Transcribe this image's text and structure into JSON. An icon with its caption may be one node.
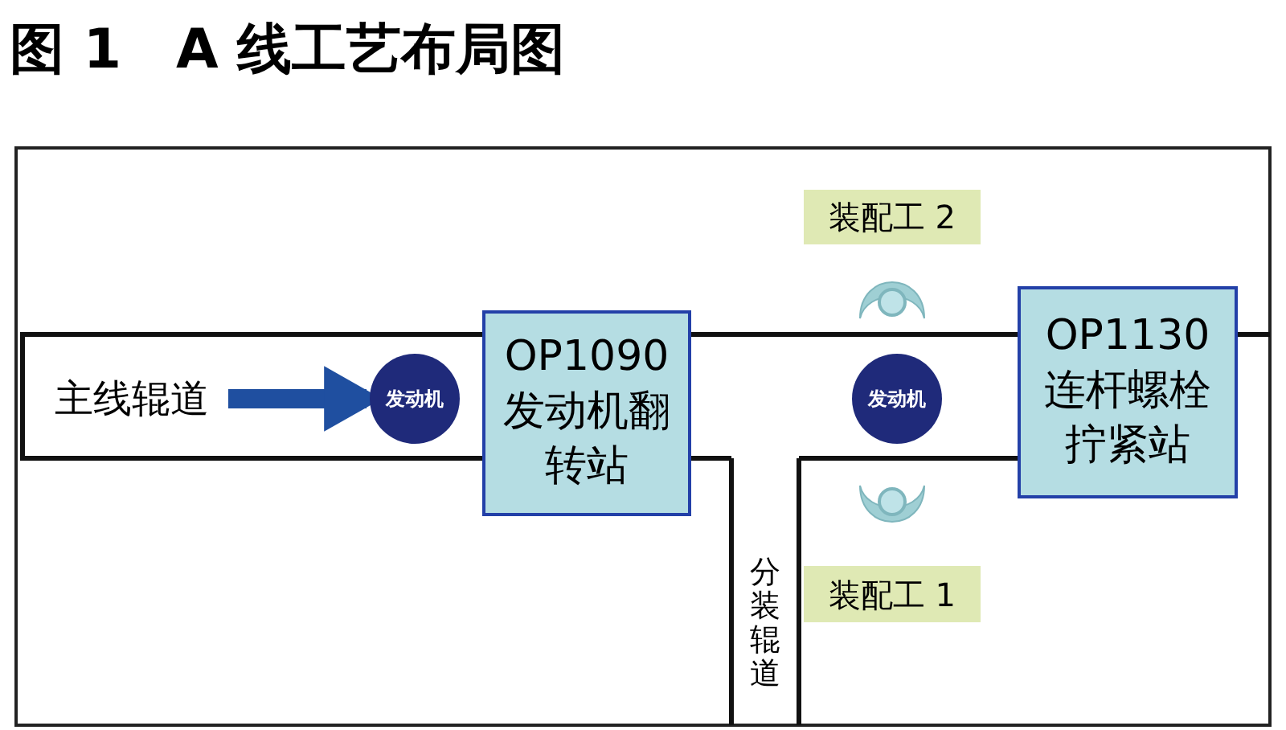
{
  "diagram": {
    "title": "图 1　A 线工艺布局图",
    "nodes": [
      {
        "text": [
          "主线辊道"
        ]
      },
      {
        "text": [
          "发动机"
        ]
      },
      {
        "text": [
          "OP1090 发动机翻转站"
        ]
      },
      {
        "text": [
          "发动机"
        ]
      },
      {
        "text": [
          "OP1130 连杆螺栓拧紧站"
        ]
      },
      {
        "text": [
          "装配工 2"
        ]
      },
      {
        "text": [
          "装配工 1"
        ]
      },
      {
        "text": [
          "分装辊道"
        ]
      }
    ],
    "edges": [
      {
        "from": 0,
        "to": 1,
        "arrow": "to",
        "color": "#1f4fa0"
      }
    ]
  }
}
